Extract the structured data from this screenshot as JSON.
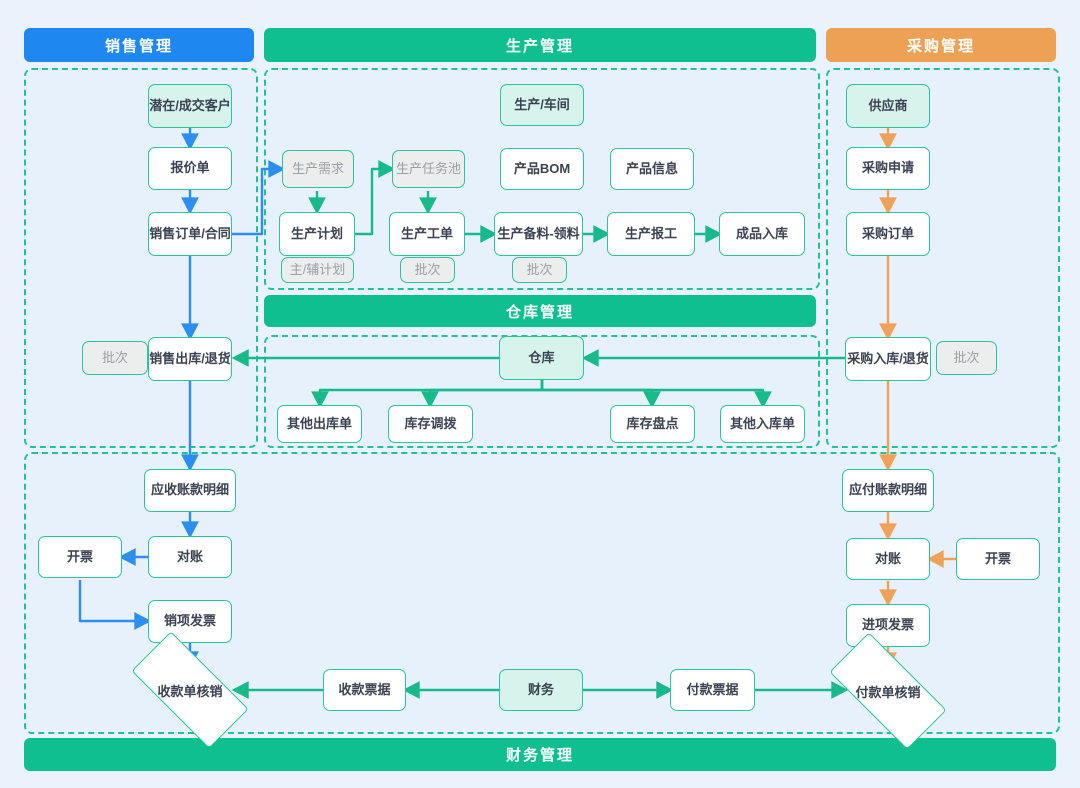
{
  "sections": {
    "sales": {
      "title": "销售管理",
      "color": "#1f87f0"
    },
    "production": {
      "title": "生产管理",
      "color": "#0fbf8f"
    },
    "purchase": {
      "title": "采购管理",
      "color": "#eda154"
    },
    "warehouse": {
      "title": "仓库管理",
      "color": "#0fbf8f"
    },
    "finance": {
      "title": "财务管理",
      "color": "#0fbf8f"
    }
  },
  "sales_nodes": {
    "customer": "潜在/成交客户",
    "quotation": "报价单",
    "order": "销售订单/合同",
    "batch": "批次",
    "outbound": "销售出库/退货"
  },
  "production_nodes": {
    "demand": "生产需求",
    "plan": "生产计划",
    "plan_sub": "主/辅计划",
    "task_pool": "生产任务池",
    "work_order": "生产工单",
    "wo_batch": "批次",
    "workshop": "生产/车间",
    "bom": "产品BOM",
    "product_info": "产品信息",
    "picking": "生产备料-领料",
    "pick_batch": "批次",
    "report": "生产报工",
    "finished_in": "成品入库"
  },
  "purchase_nodes": {
    "supplier": "供应商",
    "requisition": "采购申请",
    "po": "采购订单",
    "inbound": "采购入库/退货",
    "batch": "批次"
  },
  "warehouse_nodes": {
    "warehouse": "仓库",
    "other_outbound": "其他出库单",
    "transfer": "库存调拨",
    "stocktake": "库存盘点",
    "other_inbound": "其他入库单"
  },
  "finance_nodes": {
    "ar_detail": "应收账款明细",
    "ar_recon": "对账",
    "ar_invoicing": "开票",
    "sales_invoice": "销项发票",
    "receipt_offset": "收款单核销",
    "receipt_doc": "收款票据",
    "finance": "财务",
    "payment_doc": "付款票据",
    "payment_offset": "付款单核销",
    "ap_detail": "应付账款明细",
    "ap_recon": "对账",
    "ap_invoicing": "开票",
    "purchase_invoice": "进项发票"
  },
  "colors": {
    "blue_arrow": "#2b8ef0",
    "green_arrow": "#18b98b",
    "orange_arrow": "#f0a358",
    "node_border": "#2bc49b",
    "mint_fill": "#d6f4ec",
    "muted_fill": "#eceded",
    "page_bg": "#eaf2fb"
  }
}
